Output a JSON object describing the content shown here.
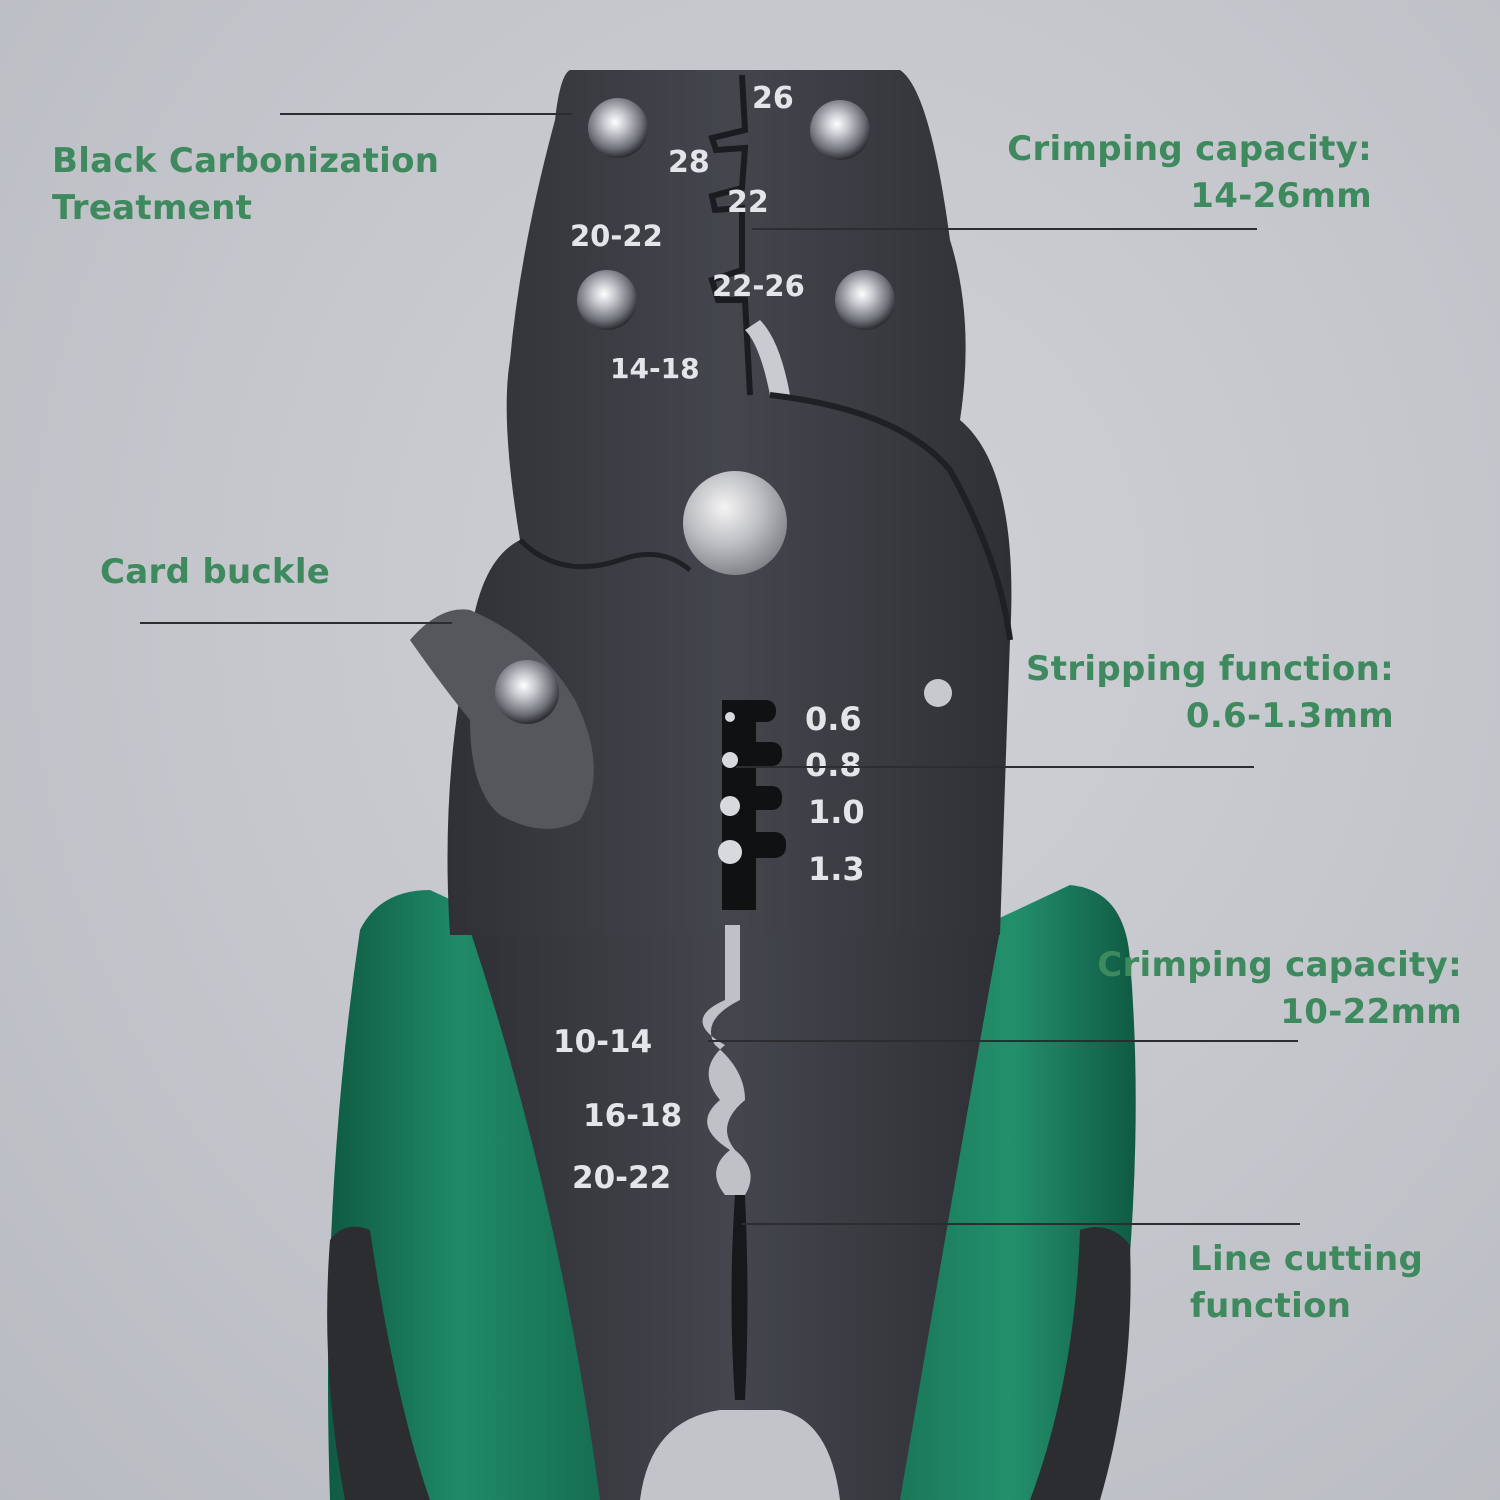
{
  "labels": {
    "carbonization": {
      "line1": "Black Carbonization",
      "line2": "Treatment"
    },
    "crimping_top": {
      "line1": "Crimping capacity:",
      "line2": "14-26mm"
    },
    "card_buckle": {
      "line1": "Card buckle"
    },
    "stripping": {
      "line1": "Stripping function:",
      "line2": "0.6-1.3mm"
    },
    "crimping_bottom": {
      "line1": "Crimping capacity:",
      "line2": "10-22mm"
    },
    "line_cutting": {
      "line1": "Line cutting",
      "line2": "function"
    }
  },
  "stamps": {
    "upper_jaw": [
      "26",
      "28",
      "22",
      "20-22",
      "22-26",
      "14-18"
    ],
    "stripper": [
      "0.6",
      "0.8",
      "1.0",
      "1.3"
    ],
    "lower_jaw": [
      "10-14",
      "16-18",
      "20-22"
    ]
  },
  "colors": {
    "label_green": "#3e8a5e",
    "handle_green": "#1d7a5c",
    "steel_dark": "#3a3c42",
    "background": "#c6c8ce"
  }
}
